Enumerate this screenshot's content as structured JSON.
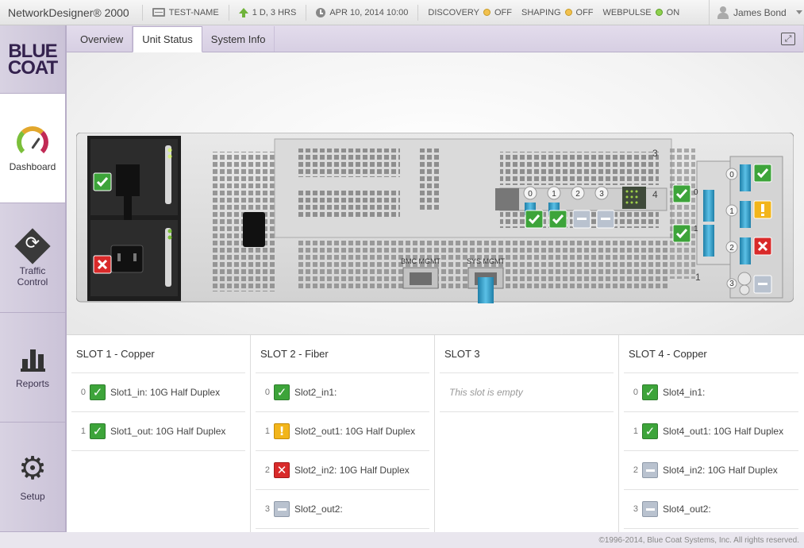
{
  "app": {
    "title": "NetworkDesigner® 2000",
    "device_name": "TEST-NAME",
    "uptime": "1 D, 3 HRS",
    "datetime": "APR 10, 2014 10:00",
    "discovery_label": "DISCOVERY",
    "discovery_state": "OFF",
    "shaping_label": "SHAPING",
    "shaping_state": "OFF",
    "webpulse_label": "WEBPULSE",
    "webpulse_state": "ON",
    "user_name": "James Bond"
  },
  "logo": {
    "line1": "BLUE",
    "line2": "COAT"
  },
  "sidebar": {
    "items": [
      {
        "label": "Dashboard",
        "icon": "gauge-icon",
        "active": true
      },
      {
        "label": "Traffic Control",
        "icon": "traffic-control-icon",
        "active": false
      },
      {
        "label": "Reports",
        "icon": "bar-chart-icon",
        "active": false
      },
      {
        "label": "Setup",
        "icon": "gear-icon",
        "active": false
      }
    ]
  },
  "tabs": [
    {
      "label": "Overview",
      "active": false
    },
    {
      "label": "Unit Status",
      "active": true
    },
    {
      "label": "System Info",
      "active": false
    }
  ],
  "device": {
    "bmc_label": "BMC MGMT",
    "sys_label": "SYS MGMT",
    "slot_numbers": [
      "3",
      "4",
      "1"
    ],
    "slot3_ports": [
      "0",
      "1",
      "2",
      "3"
    ],
    "fiber_ports": [
      "0",
      "1"
    ],
    "right_ports": [
      "0",
      "1",
      "2",
      "3"
    ]
  },
  "slots": [
    {
      "title": "SLOT 1 - Copper",
      "ports": [
        {
          "index": "0",
          "status": "ok",
          "text": "Slot1_in: 10G Half Duplex"
        },
        {
          "index": "1",
          "status": "ok",
          "text": "Slot1_out: 10G Half Duplex"
        }
      ]
    },
    {
      "title": "SLOT 2 - Fiber",
      "ports": [
        {
          "index": "0",
          "status": "ok",
          "text": "Slot2_in1:"
        },
        {
          "index": "1",
          "status": "warn",
          "text": "Slot2_out1: 10G Half Duplex"
        },
        {
          "index": "2",
          "status": "err",
          "text": "Slot2_in2: 10G Half Duplex"
        },
        {
          "index": "3",
          "status": "none",
          "text": "Slot2_out2:"
        }
      ]
    },
    {
      "title": "SLOT 3",
      "empty_text": "This slot is empty",
      "ports": []
    },
    {
      "title": "SLOT 4 - Copper",
      "ports": [
        {
          "index": "0",
          "status": "ok",
          "text": "Slot4_in1:"
        },
        {
          "index": "1",
          "status": "ok",
          "text": "Slot4_out1: 10G Half Duplex"
        },
        {
          "index": "2",
          "status": "none",
          "text": "Slot4_in2: 10G Half Duplex"
        },
        {
          "index": "3",
          "status": "none",
          "text": "Slot4_out2:"
        }
      ]
    }
  ],
  "footer": {
    "copyright": "©1996-2014, Blue Coat Systems, Inc. All rights reserved."
  },
  "colors": {
    "ok": "#3da43a",
    "warn": "#f2b51b",
    "err": "#d92a2a",
    "none": "#b9c2cf",
    "sidebar": "#d0c8dc",
    "brand": "#34224e"
  }
}
